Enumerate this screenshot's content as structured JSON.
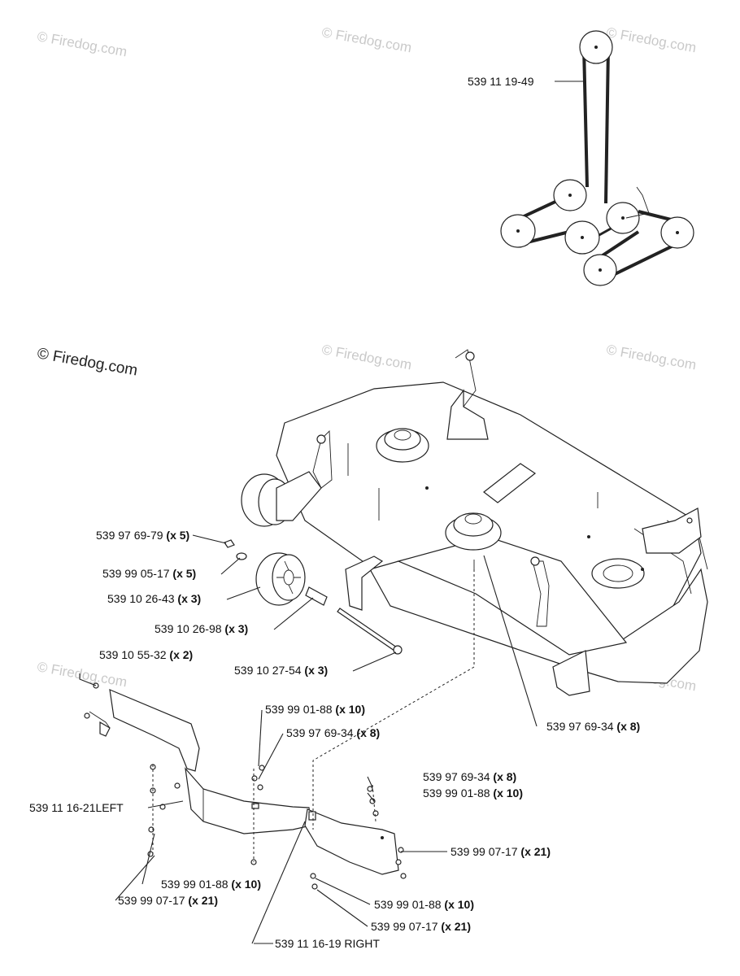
{
  "watermarks": {
    "text": "© Firedog.com",
    "text_dark": "© Firedog.com"
  },
  "callouts": {
    "belt": {
      "part": "539 11 19-49"
    },
    "nut": {
      "part": "539 97 69-79",
      "qty": "(x 5)"
    },
    "washer": {
      "part": "539 99 05-17",
      "qty": "(x 5)"
    },
    "wheel": {
      "part": "539 10 26-43",
      "qty": "(x 3)"
    },
    "spacer": {
      "part": "539 10 26-98",
      "qty": "(x 3)"
    },
    "axle_bolt": {
      "part": "539 10 27-54",
      "qty": "(x 3)"
    },
    "bracket_screw": {
      "part": "539 10 55-32",
      "qty": "(x 2)"
    },
    "deck_nut": {
      "part": "539 97 69-34",
      "qty": "(x 8)"
    },
    "left_washer": {
      "part": "539 99 01-88",
      "qty": "(x 10)"
    },
    "left_nut": {
      "part": "539 97 69-34",
      "qty": "(x 8)"
    },
    "right_nut": {
      "part": "539 97 69-34",
      "qty": "(x 8)"
    },
    "right_washer": {
      "part": "539 99 01-88",
      "qty": "(x 10)"
    },
    "right_bolt": {
      "part": "539 99 07-17",
      "qty": "(x 21)"
    },
    "left_shield": {
      "part": "539 11 16-21LEFT"
    },
    "lower_washer": {
      "part": "539 99 01-88",
      "qty": "(x 10)"
    },
    "lower_bolt": {
      "part": "539 99 07-17",
      "qty": "(x 21)"
    },
    "center_washer": {
      "part": "539 99 01-88",
      "qty": "(x 10)"
    },
    "center_bolt": {
      "part": "539 99 07-17",
      "qty": "(x 21)"
    },
    "right_shield": {
      "part": "539 11 16-19 RIGHT"
    }
  }
}
